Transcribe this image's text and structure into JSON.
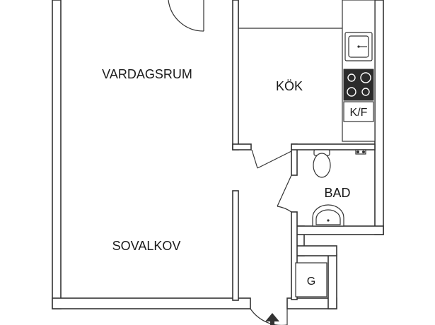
{
  "rooms": {
    "living": "VARDAGSRUM",
    "kitchen": "KÖK",
    "bathroom": "BAD",
    "alcove": "SOVALKOV"
  },
  "fixtures": {
    "fridge_freezer": "K/F",
    "wardrobe": "G"
  },
  "icons": [
    "sink-icon",
    "stove-icon",
    "toilet-icon",
    "washbasin-icon",
    "shower-mixer-icon",
    "entrance-arrow-icon",
    "door-swing-icon"
  ],
  "colors": {
    "wall_stroke": "#333333",
    "stove_fill": "#2b2b2b",
    "background": "#ffffff"
  }
}
